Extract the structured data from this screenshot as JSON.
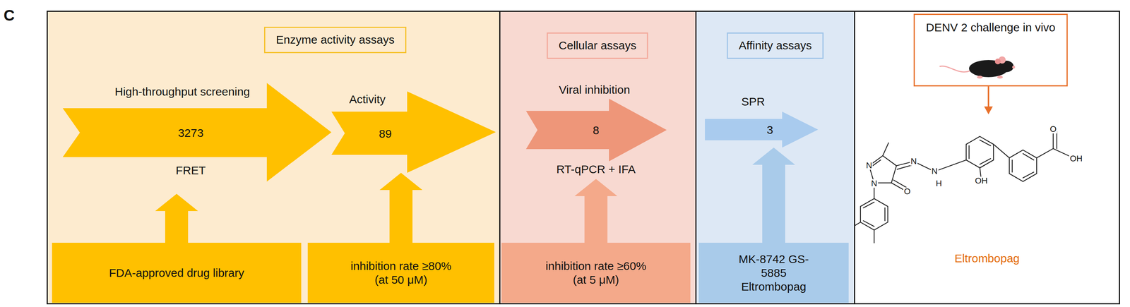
{
  "diagram": {
    "nodes": [
      {
        "text": [
          "Enzyme activity assays"
        ]
      },
      {
        "text": [
          "High-throughput screening",
          "3273",
          "FRET"
        ],
        "in": 0
      },
      {
        "text": [
          "Activity",
          "89"
        ],
        "in": 0
      },
      {
        "text": [
          "FDA-approved drug library"
        ],
        "in": 0
      },
      {
        "text": [
          "inhibition rate ≥80% (at 50 μM)"
        ],
        "in": 0
      },
      {
        "text": [
          "Cellular assays"
        ]
      },
      {
        "text": [
          "Viral inhibition",
          "8",
          "RT-qPCR + IFA"
        ],
        "in": 5
      },
      {
        "text": [
          "inhibition rate ≥60% (at 5 μM)"
        ],
        "in": 5
      },
      {
        "text": [
          "Affinity assays"
        ]
      },
      {
        "text": [
          "SPR",
          "3"
        ],
        "in": 8
      },
      {
        "text": [
          "MK-8742 GS-5885 Eltrombopag"
        ],
        "in": 8
      },
      {
        "text": [
          "DENV 2 challenge in vivo"
        ]
      }
    ],
    "edges": [
      {
        "from": 3,
        "to": 1,
        "arrow": "to"
      },
      {
        "from": 4,
        "to": 2,
        "arrow": "to"
      },
      {
        "from": 7,
        "to": 6,
        "arrow": "to"
      },
      {
        "from": 10,
        "to": 9,
        "arrow": "to"
      }
    ],
    "labels": [
      "C",
      "N",
      "N",
      "O",
      "N",
      "N",
      "H",
      "OH",
      "O",
      "OH",
      "Eltrombopag"
    ]
  }
}
